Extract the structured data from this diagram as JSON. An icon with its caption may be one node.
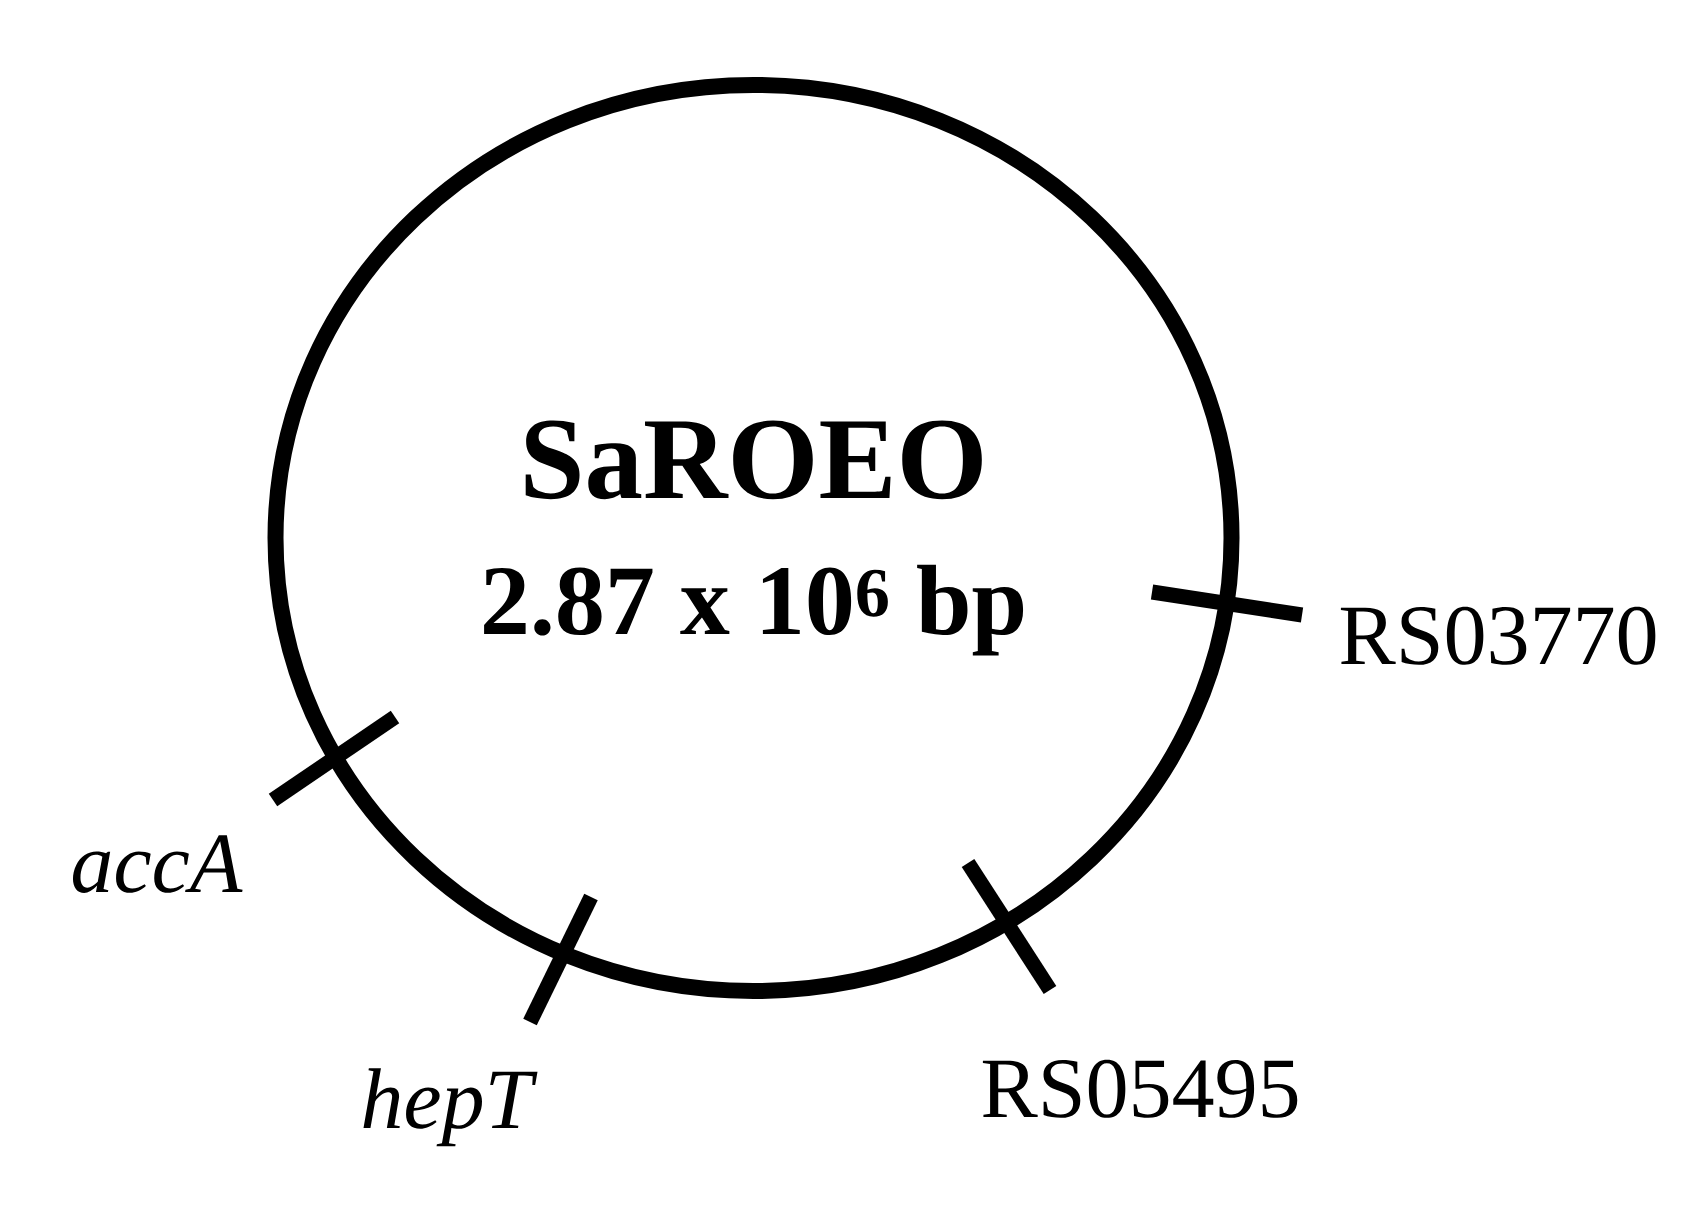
{
  "diagram": {
    "nodes": [
      {
        "text": [
          "SaROEO",
          "2.87 x 10$^{6}$ bp"
        ]
      }
    ],
    "labels": [
      "RS03770",
      "accA",
      "RS05495",
      "hepT"
    ]
  }
}
